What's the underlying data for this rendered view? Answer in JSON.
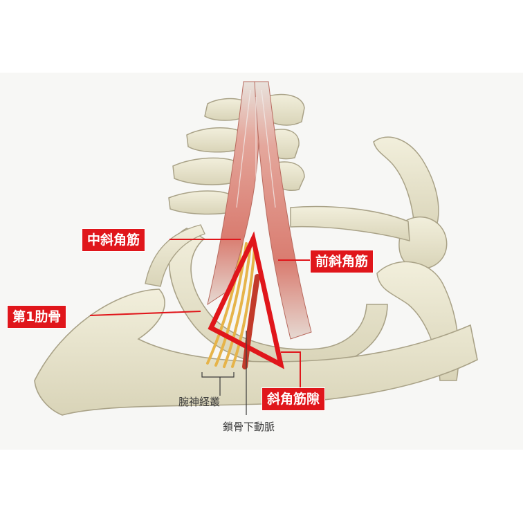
{
  "labels": {
    "middle_scalene": "中斜角筋",
    "anterior_scalene": "前斜角筋",
    "first_rib": "第1肋骨",
    "scalene_gap": "斜角筋隙",
    "brachial_plexus": "腕神経叢",
    "subclavian_artery": "鎖骨下動脈"
  },
  "colors": {
    "callout_background": "#e0161b",
    "callout_text": "#ffffff",
    "leader_line": "#e0161b",
    "triangle_outline": "#e0161b",
    "bone": "#e9e5cf",
    "muscle": "#dc8b80",
    "nerve": "#e6b44a",
    "artery": "#c23a2a",
    "page_background": "#f7f7f5"
  }
}
